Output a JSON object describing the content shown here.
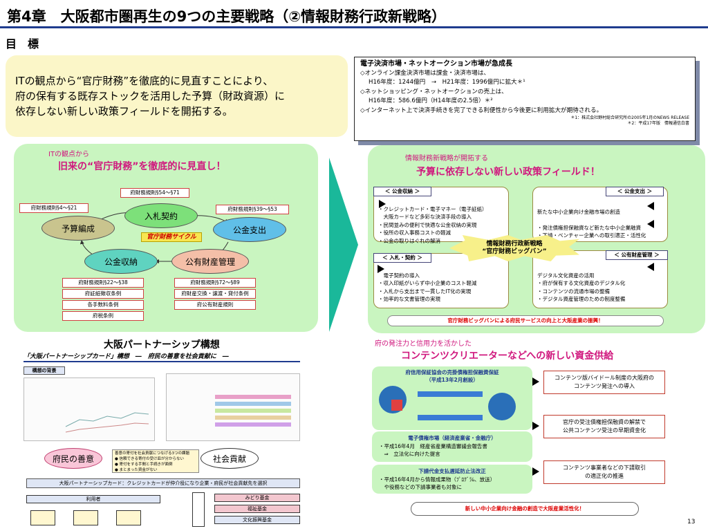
{
  "title": "第4章　大阪都市圏再生の9つの主要戦略（②情報財務行政新戦略）",
  "goal_label": "目　標",
  "goal_text": "ITの観点から“官庁財務”を徹底的に見直すことにより、\n府の保有する既存ストックを活用した予算（財政資源）に\n依存しない新しい政策フィールドを開拓する。",
  "news": {
    "heading": "電子決済市場・ネットオークション市場が急成長",
    "lines": [
      "◇オンライン課金決済市場は課金・決済市場は、",
      "H16年度：1244億円　→　H21年度：1996億円に拡大＊¹",
      "◇ネットショッピング・ネットオークションの売上は、",
      "H16年度：586.6億円（H14年度の2.5倍）＊²",
      "◇インターネット上で決済手続きを完了できる利便性から今後更に利用拡大が期待される。"
    ],
    "notes": [
      "＊1：株式会社野村総合研究所の2005年1月のNEWS RELEASE",
      "＊2：平成17年版　情報通信白書"
    ]
  },
  "left_panel": {
    "sub": "ITの観点から",
    "heading": "旧来の“官庁財務”を徹底的に見直し！",
    "nodes": {
      "bid": "入札契約",
      "budget": "予算編成",
      "expense": "公金支出",
      "revenue": "公金収納",
      "property": "公有財産管理"
    },
    "cycle": "官庁財務サイクル",
    "labels": {
      "top": "府財務規則§54～§71",
      "left": "府財務規則§4～§21",
      "right": "府財務規則§39～§53",
      "bl": [
        "府財務規則§22～§38",
        "府証紙徴収条例",
        "各手数料条例",
        "府税条例"
      ],
      "br": [
        "府財務規則§72～§89",
        "府財産交換・譲渡・貸付条例",
        "府公有財産規則"
      ]
    }
  },
  "right_panel": {
    "sub": "情報財務新戦略が開拓する",
    "heading": "予算に依存しない新しい政策フィールド！",
    "q1": {
      "head": "＜ 公金収納 ＞",
      "text": "・クレジットカード・電子マネー（電子証紙）\n　大阪カードなど多彩な決済手段の導入\n・民間並みの便利で快適な公金収納の実現\n・役所の収入事務コストの軽減\n・公金の取りはぐれの解消"
    },
    "q2": {
      "head": "＜ 公金支出 ＞",
      "text": "新たな中小企業向け金融市場の創造\n\n・発注債権担保融資など新たな中小企業融資\n・下請・ベンチャー企業への取引適正・活性化"
    },
    "q3": {
      "head": "＜ 入札・契約 ＞",
      "text": "　電子契約の導入\n・収入印紙がいらず中小企業のコスト軽減\n・入札から支出まで一貫したIT化の実現\n・効率的な文書管理の実現"
    },
    "q4": {
      "head": "＜ 公有財産管理 ＞",
      "text": "デジタル文化資産の活用\n・府が保有する文化資産のデジタル化\n・コンテンツの流通市場の整備\n・デジタル資産管理のための制度整備"
    },
    "star": [
      "情報財務行政新戦略",
      "“官庁財務ビッグバン”"
    ],
    "bottom": "官庁財務ビッグバンによる府民サービスの向上と大阪産業の振興！"
  },
  "osaka": {
    "heading": "大阪パートナーシップ構想",
    "sub": "「大阪パートナーシップカード」構想　―　府民の善意を社会貢献に　―",
    "bg_label": "構想の背景",
    "zenni": "府民の善意",
    "kouken": "社会貢献",
    "mid_text": [
      "善意の寄付を社会貢献につなげる3つの課題",
      "● 信頼できる寄付の受け皿が分からない",
      "● 寄付をする手間と手続きが面倒",
      "● まとまった資金がない"
    ],
    "card_line": "大阪パートナーシップカード：クレジットカードが仲介役になり企業・府民が社会貢献先を選択",
    "user": "利用者",
    "funds": [
      "みどり基金",
      "福祉基金",
      "文化振興基金"
    ]
  },
  "contents": {
    "sub": "府の発注力と信用力を活かした",
    "heading": "コンテンツクリエーターなどへの新しい資金供給",
    "guarantee": "府信用保証協会の売掛債権担保融資保証\n（平成13年2月創設）",
    "law1_head": "電子債権市場（経済産業省・金融庁）",
    "law1": "・平成16年4月　経産省産業構造審議会報告書\n　⇒　立法化に向けた提言",
    "law2_head": "下請代金支払遅延防止法改正",
    "law2": "・平成16年4月から情報成果物（ﾌﾟﾛｸﾞﾗﾑ、放送）\n　や役務などの下請事業者も対象に",
    "boxes": [
      "コンテンツ版バイドール制度の大阪府の\nコンテンツ発注への導入",
      "官庁の受注債権担保融資の解禁で\n公共コンテンツ受注の早期資金化",
      "コンテンツ事業者などの下請取引\nの適正化の推進"
    ],
    "bottom": "新しい中小企業向け金融の創造で大阪産業活性化！"
  },
  "page_number": "13"
}
